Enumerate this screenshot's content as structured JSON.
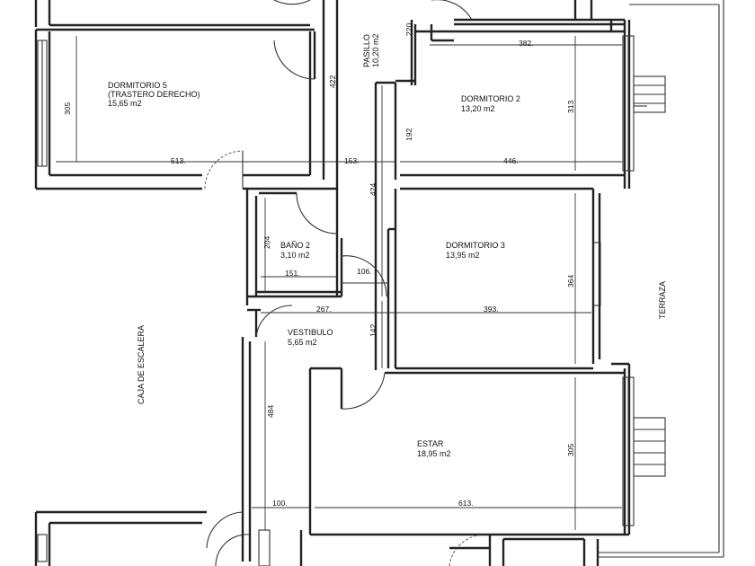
{
  "rooms": {
    "dormitorio5": {
      "name": "DORMITORIO 5",
      "sub": "(TRASTERO DERECHO)",
      "area": "15,65 m2"
    },
    "pasillo": {
      "name": "PASILLO",
      "area": "10,20 m2"
    },
    "dormitorio2": {
      "name": "DORMITORIO 2",
      "area": "13,20 m2"
    },
    "dormitorio3": {
      "name": "DORMITORIO 3",
      "area": "13,95 m2"
    },
    "bano2": {
      "name": "BAÑO 2",
      "area": "3,10 m2"
    },
    "vestibulo": {
      "name": "VESTIBULO",
      "area": "5,65 m2"
    },
    "estar": {
      "name": "ESTAR",
      "area": "18,95 m2"
    },
    "caja_escalera": {
      "name": "CAJA DE ESCALERA"
    },
    "terraza": {
      "name": "TERRAZA"
    }
  },
  "dimensions": {
    "d305a": "305",
    "d513": "513.",
    "d422": "422",
    "d153": "153.",
    "d220": "220",
    "d382": "382.",
    "d313": "313",
    "d192": "192",
    "d446": "446.",
    "d424": "424",
    "d204": "204",
    "d151": "151.",
    "d106": "106.",
    "d364": "364",
    "d267": "267.",
    "d393": "393.",
    "d142": "142",
    "d484": "484",
    "d305b": "305",
    "d100": "100.",
    "d613": "613."
  }
}
